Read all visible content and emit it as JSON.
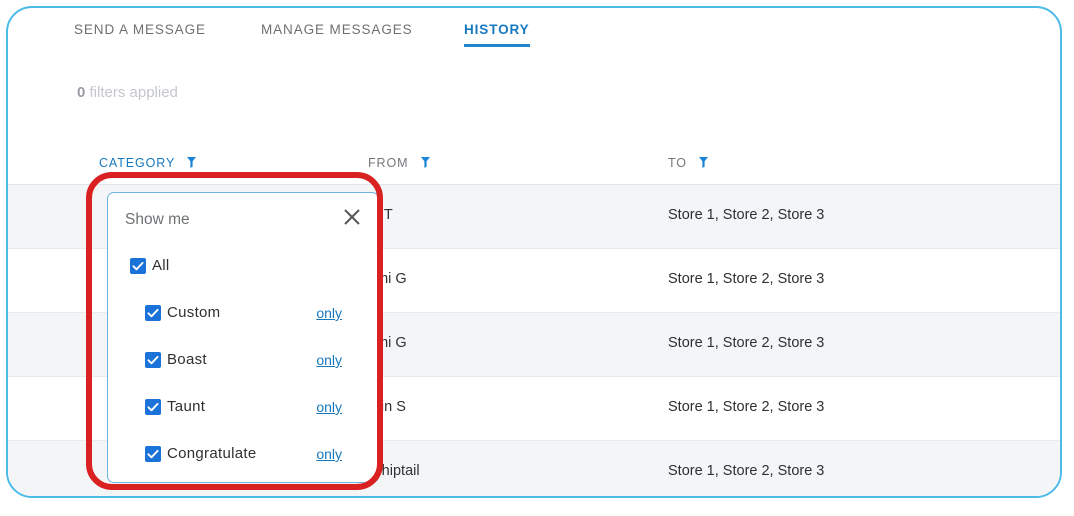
{
  "tabs": [
    {
      "label": "SEND A MESSAGE",
      "active": false
    },
    {
      "label": "MANAGE MESSAGES",
      "active": false
    },
    {
      "label": "HISTORY",
      "active": true
    }
  ],
  "filters_bar": {
    "count": "0",
    "text": " filters applied"
  },
  "table": {
    "columns": [
      {
        "key": "category",
        "label": "CATEGORY",
        "filter_icon": "funnel-icon",
        "active": true
      },
      {
        "key": "from",
        "label": "FROM",
        "filter_icon": "funnel-icon",
        "active": false
      },
      {
        "key": "to",
        "label": "TO",
        "filter_icon": "funnel-icon",
        "active": false
      }
    ],
    "rows": [
      {
        "from": "rc T",
        "to": "Store 1, Store 2, Store 3"
      },
      {
        "from": "ami G",
        "to": "Store 1, Store 2, Store 3"
      },
      {
        "from": "ami G",
        "to": "Store 1, Store 2, Store 3"
      },
      {
        "from": "rdin S",
        "to": "Store 1, Store 2, Store 3"
      },
      {
        "from": "Whiptail",
        "to": "Store 1, Store 2, Store 3"
      }
    ]
  },
  "dropdown": {
    "title": "Show me",
    "close_icon": "close-icon",
    "options": [
      {
        "label": "All",
        "checked": true,
        "level": 0,
        "only": null
      },
      {
        "label": "Custom",
        "checked": true,
        "level": 1,
        "only": "only"
      },
      {
        "label": "Boast",
        "checked": true,
        "level": 1,
        "only": "only"
      },
      {
        "label": "Taunt",
        "checked": true,
        "level": 1,
        "only": "only"
      },
      {
        "label": "Congratulate",
        "checked": true,
        "level": 1,
        "only": "only"
      }
    ]
  },
  "annotation": {
    "type": "highlight-rectangle",
    "color": "#d92121"
  },
  "colors": {
    "accent_blue": "#1679c0",
    "checkbox_blue": "#1b72d8",
    "card_border": "#4cbbe8",
    "row_stripe": "#f4f5f6",
    "annotation_red": "#d92121"
  }
}
